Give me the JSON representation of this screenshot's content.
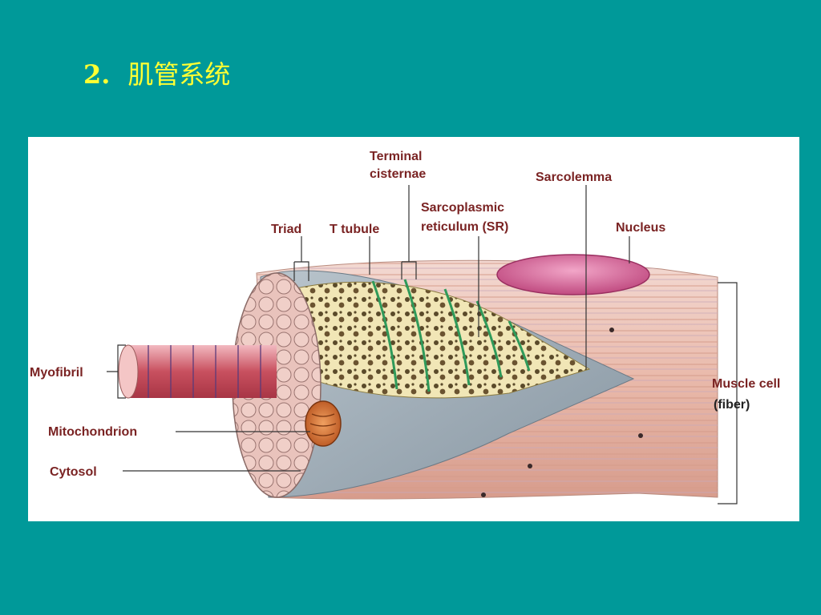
{
  "slide": {
    "number": "2.",
    "title": "肌管系统"
  },
  "figure": {
    "labels": {
      "terminal_cisternae_1": "Terminal",
      "terminal_cisternae_2": "cisternae",
      "sarcolemma": "Sarcolemma",
      "sr_1": "Sarcoplasmic",
      "sr_2": "reticulum (SR)",
      "triad": "Triad",
      "t_tubule": "T tubule",
      "nucleus": "Nucleus",
      "myofibril": "Myofibril",
      "mitochondrion": "Mitochondrion",
      "cytosol": "Cytosol",
      "muscle_cell_1": "Muscle cell",
      "muscle_cell_2": "(fiber)"
    }
  },
  "colors": {
    "background": "#009999",
    "title": "#ffff33",
    "label_red": "#7a2323",
    "label_dark": "#222222"
  }
}
